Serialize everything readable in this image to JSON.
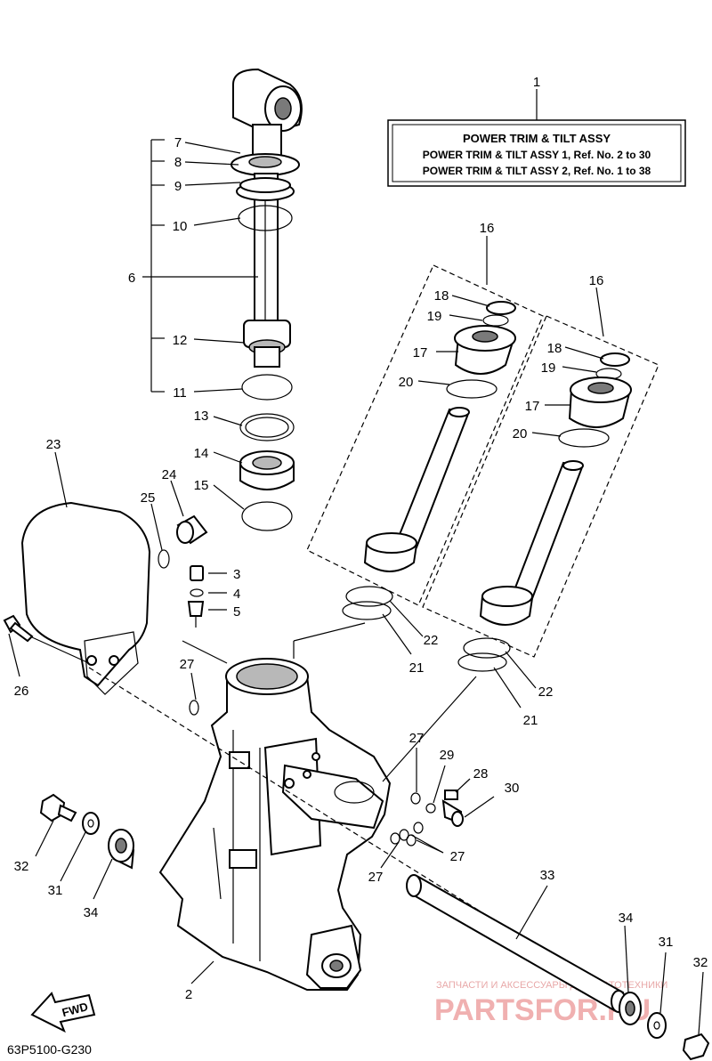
{
  "info_box": {
    "title": "POWER TRIM & TILT ASSY",
    "line1": "POWER TRIM & TILT ASSY 1,  Ref. No. 2 to 30",
    "line2": "POWER TRIM & TILT ASSY 2,  Ref. No. 1 to 38"
  },
  "labels": {
    "n1": "1",
    "n2": "2",
    "n3": "3",
    "n4": "4",
    "n5": "5",
    "n6": "6",
    "n7": "7",
    "n8": "8",
    "n9": "9",
    "n10": "10",
    "n11": "11",
    "n12": "12",
    "n13": "13",
    "n14": "14",
    "n15": "15",
    "n16a": "16",
    "n16b": "16",
    "n17a": "17",
    "n17b": "17",
    "n18a": "18",
    "n18b": "18",
    "n19a": "19",
    "n19b": "19",
    "n20a": "20",
    "n20b": "20",
    "n21a": "21",
    "n21b": "21",
    "n22a": "22",
    "n22b": "22",
    "n23": "23",
    "n24": "24",
    "n25": "25",
    "n26": "26",
    "n27a": "27",
    "n27b": "27",
    "n27c": "27",
    "n27d": "27",
    "n28": "28",
    "n29": "29",
    "n30": "30",
    "n31a": "31",
    "n31b": "31",
    "n32a": "32",
    "n32b": "32",
    "n33": "33",
    "n34a": "34",
    "n34b": "34"
  },
  "fwd_label": "FWD",
  "diagram_code": "63P5100-G230",
  "watermark": {
    "subtitle": "ЗАПЧАСТИ И АКСЕССУАРЫ ДЛЯ МОТОТЕХНИКИ",
    "brand": "PARTSFOR.RU"
  }
}
